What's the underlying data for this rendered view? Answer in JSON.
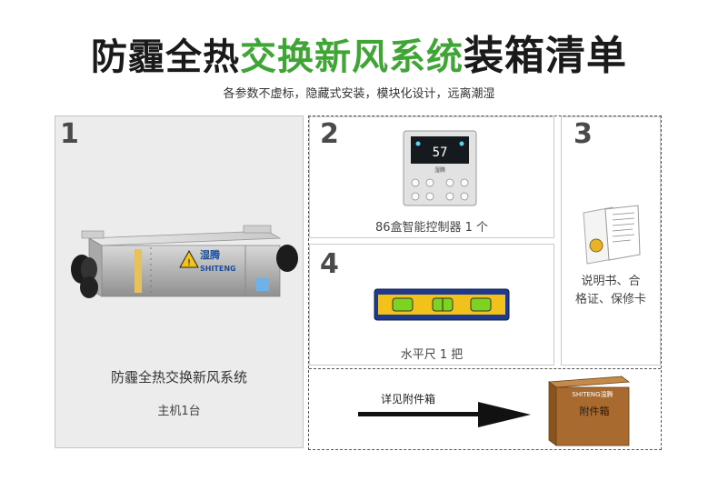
{
  "header": {
    "title_part1": "防霾全热",
    "title_part2": "交换新风系统",
    "title_part3": "装箱清单",
    "subtitle": "各参数不虚标，隐藏式安装，模块化设计，远离潮湿"
  },
  "item1": {
    "number": "1",
    "name": "防霾全热交换新风系统",
    "qty": "主机1台",
    "brand_cn": "湿腾",
    "brand_en": "SHITENG"
  },
  "item2": {
    "number": "2",
    "caption": "86盒智能控制器 1 个",
    "display_value": "57",
    "brand_cn": "湿腾"
  },
  "item3": {
    "number": "3",
    "caption_line1": "说明书、合",
    "caption_line2": "格证、保修卡"
  },
  "item4": {
    "number": "4",
    "caption": "水平尺 1 把"
  },
  "accessory": {
    "note": "详见附件箱",
    "box_label": "附件箱",
    "box_brand": "SHITENG湿腾"
  },
  "colors": {
    "title_green": "#3fa535",
    "title_dark": "#1a1a1a",
    "panel_gray": "#ececec",
    "level_blue": "#1f3a8a",
    "level_yellow": "#f2c21a",
    "box_brown": "#a86a2e"
  }
}
